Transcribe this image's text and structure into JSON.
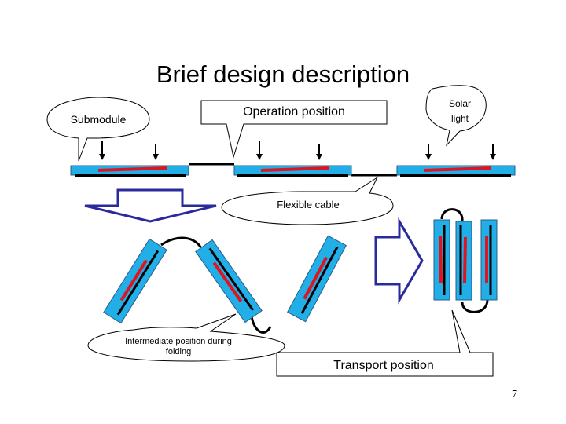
{
  "slide": {
    "title": "Brief design description",
    "page_number": "7"
  },
  "callouts": {
    "submodule": "Submodule",
    "operation_position": "Operation position",
    "solar_light_line1": "Solar",
    "solar_light_line2": "light",
    "flexible_cable": "Flexible cable",
    "intermediate_line1": "Intermediate position during",
    "intermediate_line2": "folding",
    "transport_position": "Transport position"
  },
  "colors": {
    "panel_fill": "#22aee6",
    "panel_stroke": "#2a5c8a",
    "cell_red": "#e0141e",
    "cable_black": "#000000",
    "arrow_outline": "#2a2a9c"
  }
}
